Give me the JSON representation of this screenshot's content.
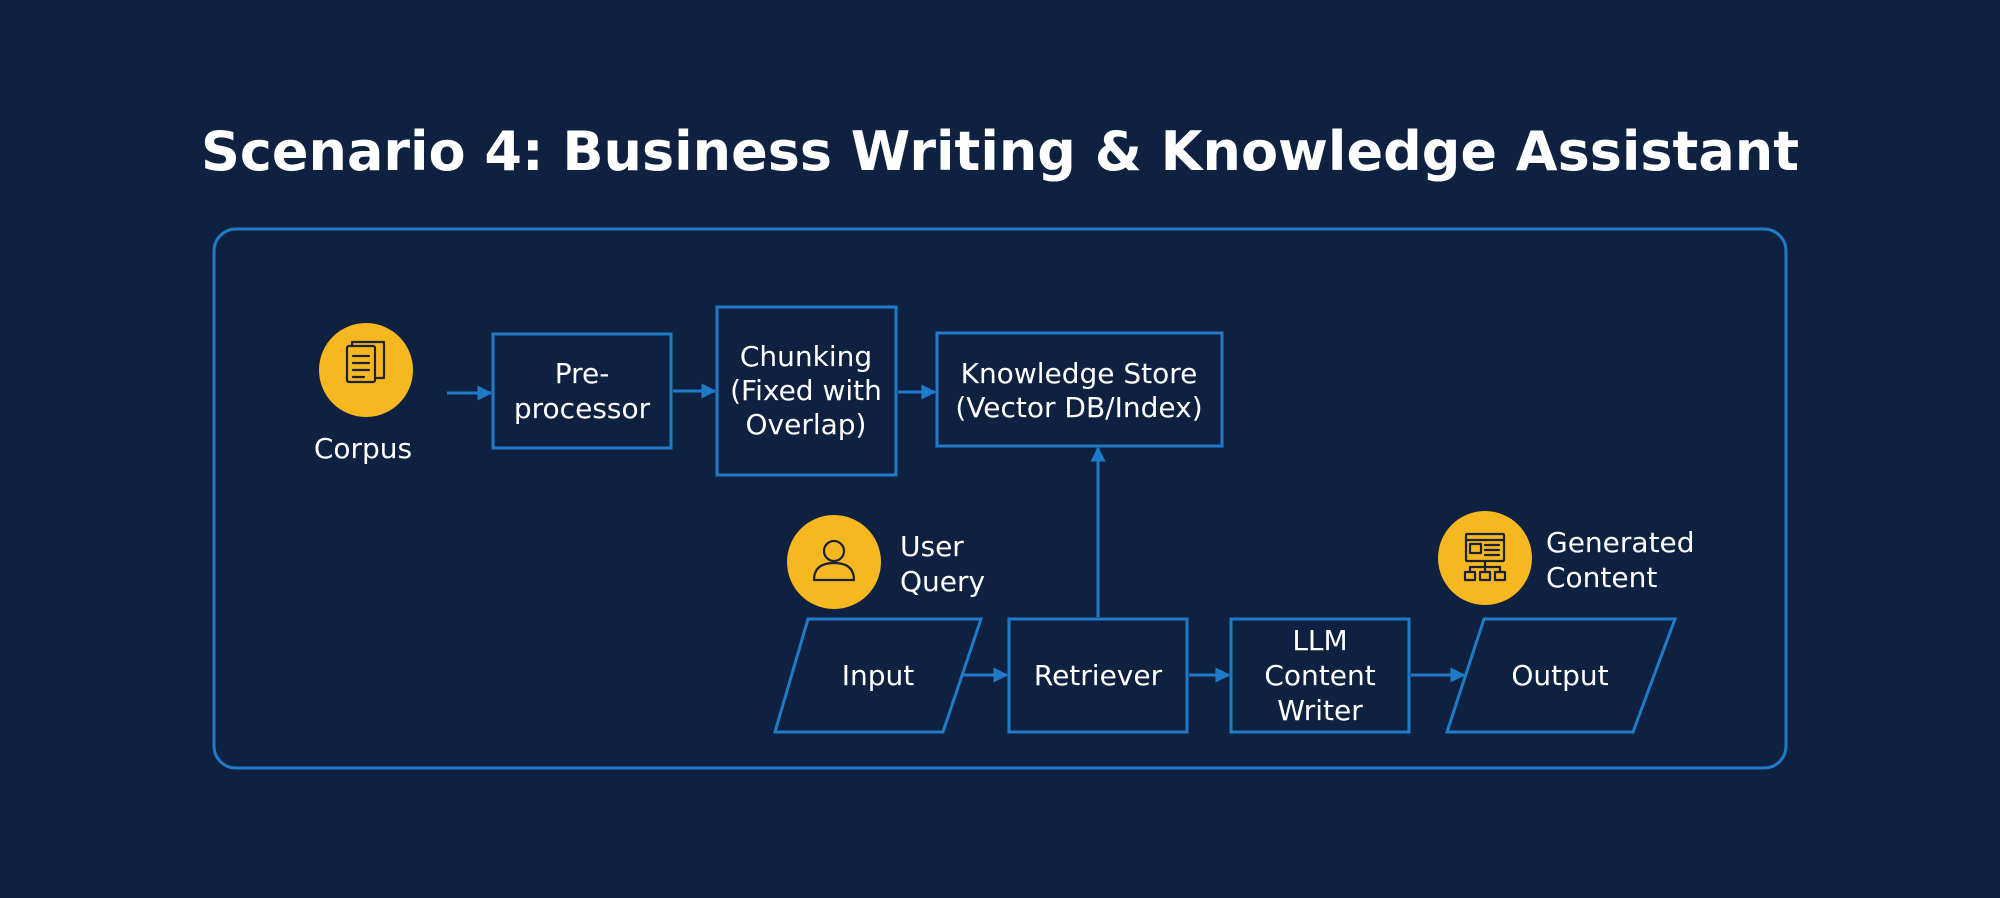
{
  "title": "Scenario 4: Business Writing & Knowledge Assistant",
  "icons": {
    "corpus": {
      "name": "documents-icon",
      "label": "Corpus"
    },
    "user_query": {
      "name": "user-icon",
      "label_lines": [
        "User",
        "Query"
      ]
    },
    "generated_content": {
      "name": "webpage-sitemap-icon",
      "label_lines": [
        "Generated",
        "Content"
      ]
    }
  },
  "nodes": {
    "preprocessor": [
      "Pre-",
      "processor"
    ],
    "chunking": [
      "Chunking",
      "(Fixed with",
      "Overlap)"
    ],
    "knowledge_store": [
      "Knowledge Store",
      "(Vector DB/Index)"
    ],
    "input": [
      "Input"
    ],
    "retriever": [
      "Retriever"
    ],
    "llm_writer": [
      "LLM",
      "Content",
      "Writer"
    ],
    "output": [
      "Output"
    ]
  },
  "colors": {
    "background": "#0f2140",
    "accent": "#1f7bc8",
    "icon_circle": "#f7b81f",
    "text": "#ffffff"
  }
}
